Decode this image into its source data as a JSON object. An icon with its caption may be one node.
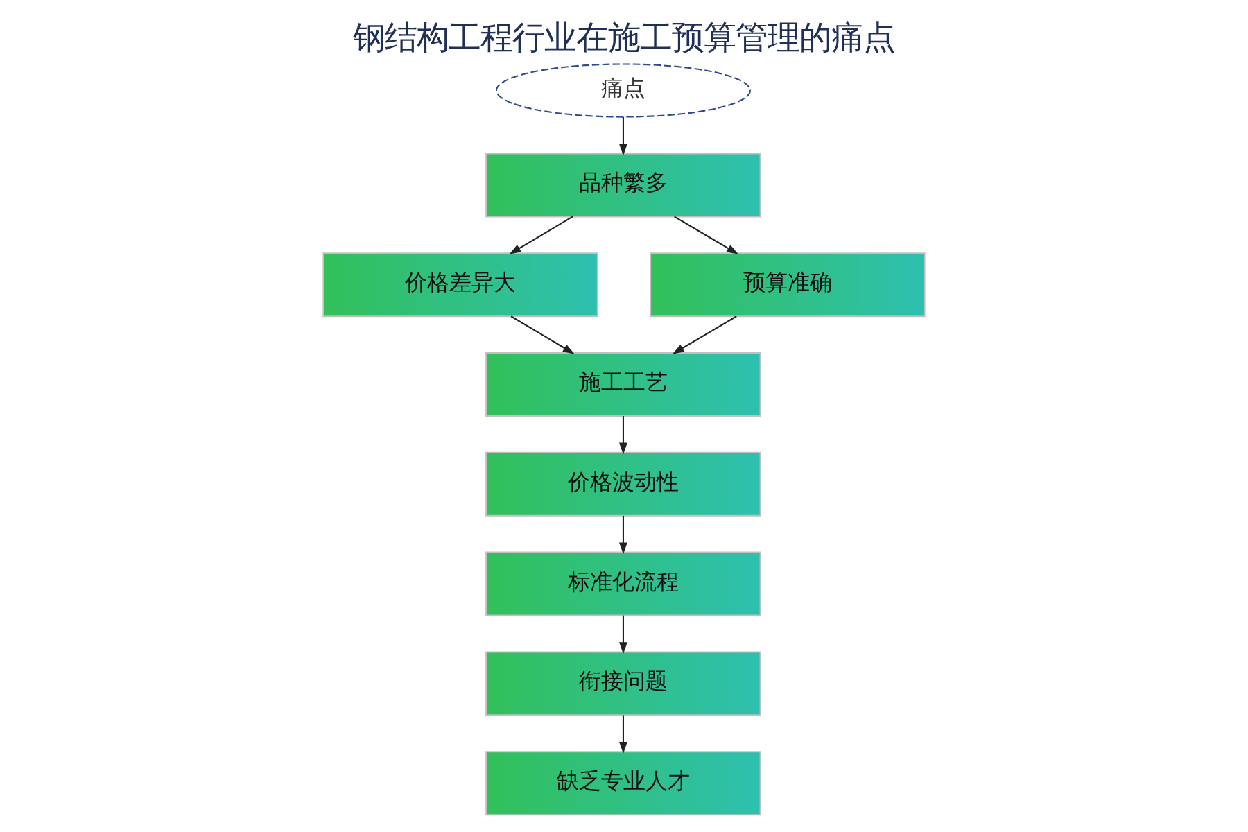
{
  "diagram": {
    "title": "钢结构工程行业在施工预算管理的痛点",
    "nodes": [
      {
        "text": [
          "痛点"
        ]
      },
      {
        "text": [
          "品种繁多"
        ]
      },
      {
        "text": [
          "价格差异大"
        ]
      },
      {
        "text": [
          "预算准确"
        ]
      },
      {
        "text": [
          "施工工艺"
        ]
      },
      {
        "text": [
          "价格波动性"
        ]
      },
      {
        "text": [
          "标准化流程"
        ]
      },
      {
        "text": [
          "衔接问题"
        ]
      },
      {
        "text": [
          "缺乏专业人才"
        ]
      }
    ],
    "edges": [
      {
        "from": 0,
        "to": 1,
        "arrow": "to"
      },
      {
        "from": 1,
        "to": 2,
        "arrow": "to"
      },
      {
        "from": 1,
        "to": 3,
        "arrow": "to"
      },
      {
        "from": 2,
        "to": 4,
        "arrow": "to"
      },
      {
        "from": 3,
        "to": 4,
        "arrow": "to"
      },
      {
        "from": 4,
        "to": 5,
        "arrow": "to"
      },
      {
        "from": 5,
        "to": 6,
        "arrow": "to"
      },
      {
        "from": 6,
        "to": 7,
        "arrow": "to"
      },
      {
        "from": 7,
        "to": 8,
        "arrow": "to"
      }
    ]
  }
}
